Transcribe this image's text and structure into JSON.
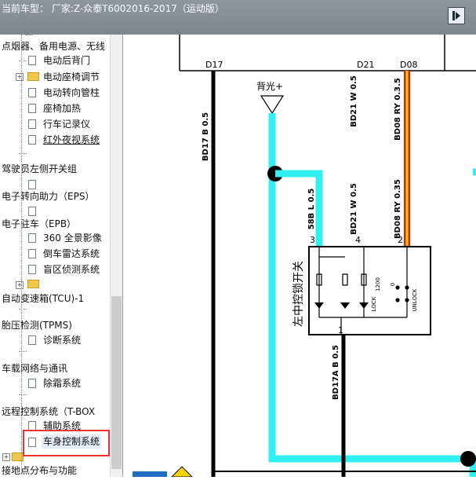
{
  "window": {
    "title": "当前车型：  厂家:Z-众泰T6002016-2017（运动版）",
    "nav_button_icon": "play-icon"
  },
  "tree": {
    "items": [
      {
        "label": "点烟器、备用电源、无线"
      },
      {
        "label": "电动后背门"
      },
      {
        "label": "电动座椅调节"
      },
      {
        "label": "电动转向管柱"
      },
      {
        "label": "座椅加热"
      },
      {
        "label": "行车记录仪"
      },
      {
        "label": "红外夜视系统"
      },
      {
        "label": "驾驶员左侧开关组"
      },
      {
        "label": "电子转向助力（EPS）"
      },
      {
        "label": "电子驻车（EPB）"
      },
      {
        "label": "360 全景影像"
      },
      {
        "label": "倒车雷达系统"
      },
      {
        "label": "盲区侦测系统"
      },
      {
        "label": "自动变速箱(TCU)-1"
      },
      {
        "label": "胎压检测(TPMS)"
      },
      {
        "label": "诊断系统"
      },
      {
        "label": "车载网络与通讯"
      },
      {
        "label": "除霜系统"
      },
      {
        "label": "远程控制系统（T-BOX"
      },
      {
        "label": "辅助系统"
      },
      {
        "label": "车身控制系统"
      },
      {
        "label": "接地点分布与功能"
      }
    ]
  },
  "diagram": {
    "connectors": {
      "d17": "D17",
      "d21": "D21",
      "d08": "D08"
    },
    "backlight": "背光+",
    "switch_label": "左中控锁开关",
    "wires": {
      "bd17": "BD17 B 0.5",
      "bd21_top": "BD21 W 0.5",
      "bd08_top": "BD08 RY 0.3.5",
      "w58b": "58B L 0.5",
      "bd21_mid": "BD21 W 0.5",
      "bd08_mid": "BD08 RY 0.35",
      "bd17a": "BD17A B 0.5"
    },
    "pins": {
      "p3": "3",
      "p4": "4",
      "p2": "2",
      "p1": "1"
    },
    "switch_tags": {
      "lock": "LOCK",
      "unlock": "UNLOCK",
      "r1200": "1200",
      "r0": "0"
    },
    "colors": {
      "cyan_wire": "#33f0f0",
      "red_wire": "#e21b1b",
      "yellow_wire": "#f5d400",
      "black_wire": "#000000",
      "selection": "#e33333"
    }
  }
}
